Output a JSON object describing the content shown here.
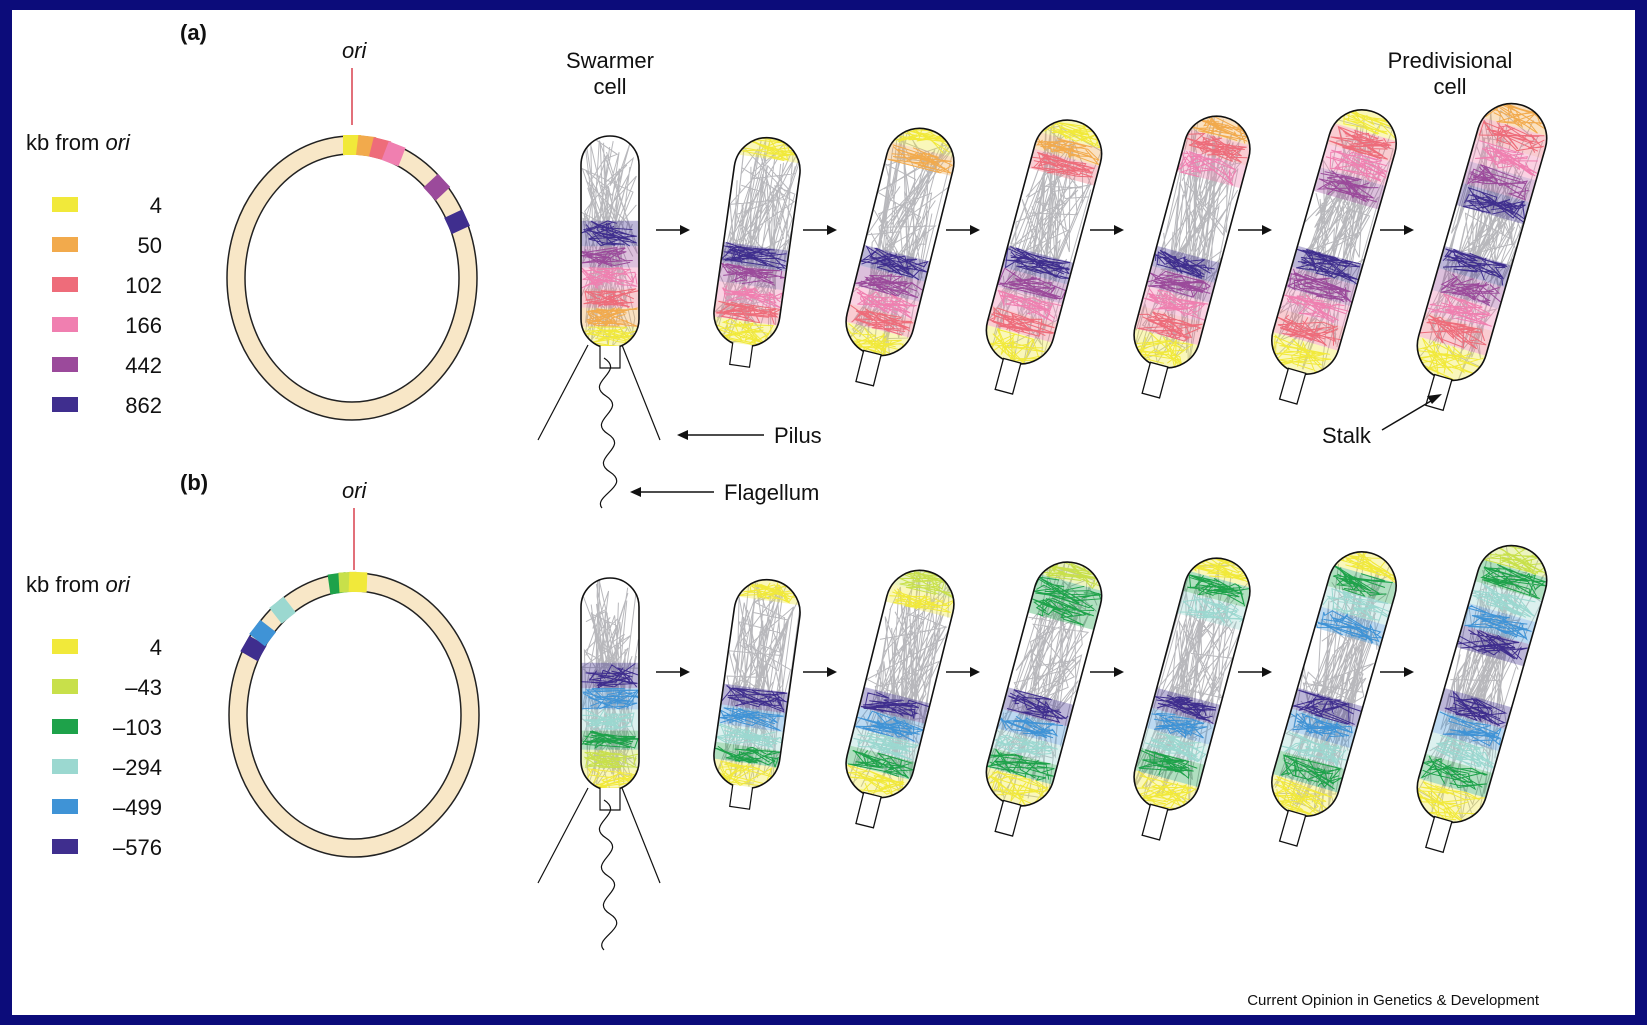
{
  "panels": [
    {
      "label": "(a)",
      "legend_title_prefix": "kb from ",
      "legend_title_italic": "ori",
      "ori_label": "ori",
      "legend": [
        {
          "value": "4",
          "color": "#f1e93a"
        },
        {
          "value": "50",
          "color": "#f2aa4c"
        },
        {
          "value": "102",
          "color": "#ee6c7a"
        },
        {
          "value": "166",
          "color": "#f07fb0"
        },
        {
          "value": "442",
          "color": "#9b4a9b"
        },
        {
          "value": "862",
          "color": "#3f2e8e"
        }
      ]
    },
    {
      "label": "(b)",
      "legend_title_prefix": "kb from ",
      "legend_title_italic": "ori",
      "ori_label": "ori",
      "legend": [
        {
          "value": "4",
          "color": "#f1e93a"
        },
        {
          "value": "–43",
          "color": "#c8e04a"
        },
        {
          "value": "–103",
          "color": "#1ea24a"
        },
        {
          "value": "–294",
          "color": "#9bd8d0"
        },
        {
          "value": "–499",
          "color": "#3f93d6"
        },
        {
          "value": "–576",
          "color": "#3f2e8e"
        }
      ]
    }
  ],
  "labels": {
    "swarmer": [
      "Swarmer",
      "cell"
    ],
    "predivisional": [
      "Predivisional",
      "cell"
    ],
    "pilus": "Pilus",
    "flagellum": "Flagellum",
    "stalk": "Stalk"
  },
  "credit": "Current Opinion in Genetics & Development",
  "colors": {
    "ring_fill": "#f8e7c7",
    "chromatin_gray": "#b8b8bc",
    "background": "#0c0c7a"
  }
}
